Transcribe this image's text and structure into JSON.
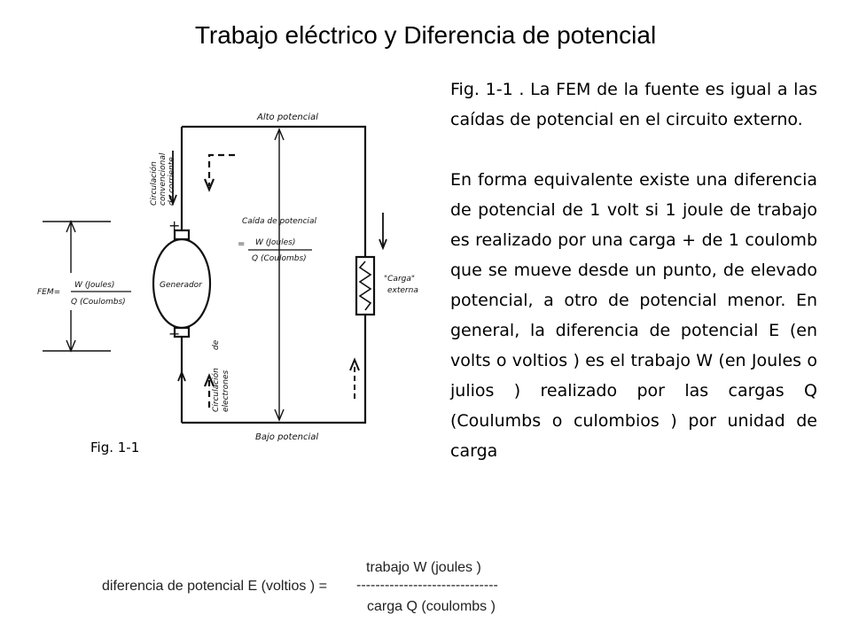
{
  "title": "Trabajo eléctrico y Diferencia de potencial",
  "paragraphs": {
    "p1": "Fig. 1-1 . La FEM de la fuente es igual a las caídas de potencial en el circuito externo.",
    "p2": "En forma equivalente existe una diferencia de potencial de 1 volt si 1 joule de trabajo es realizado por una carga + de 1 coulomb que se mueve desde un punto, de elevado potencial, a otro de potencial menor. En general, la diferencia de potencial E (en volts o voltios ) es el trabajo W (en Joules o julios ) realizado por las cargas Q (Coulumbs o culombios ) por unidad de carga"
  },
  "figure": {
    "caption": "Fig. 1-1",
    "labels": {
      "alto": "Alto potencial",
      "bajo": "Bajo potencial",
      "circ_conv_1": "Circulación",
      "circ_conv_2": "convencional",
      "circ_conv_3": "de corriente",
      "caida": "Caída de potencial",
      "caida_num": "W (Joules)",
      "caida_den": "Q (Coulombs)",
      "equal": "=",
      "plus": "+",
      "minus": "−",
      "generador": "Generador",
      "fem": "FEM=",
      "fem_num": "W (Joules)",
      "fem_den": "Q (Coulombs)",
      "carga_1": "\"Carga\"",
      "carga_2": "externa",
      "circ_elec_1": "Circulación",
      "circ_elec_2": "de",
      "circ_elec_3": "electrones"
    }
  },
  "formula": {
    "lhs": "diferencia de potencial E (voltios ) =",
    "numerator": "trabajo W  (joules )",
    "bar": "------------------------------",
    "denominator": "carga Q (coulombs )"
  }
}
